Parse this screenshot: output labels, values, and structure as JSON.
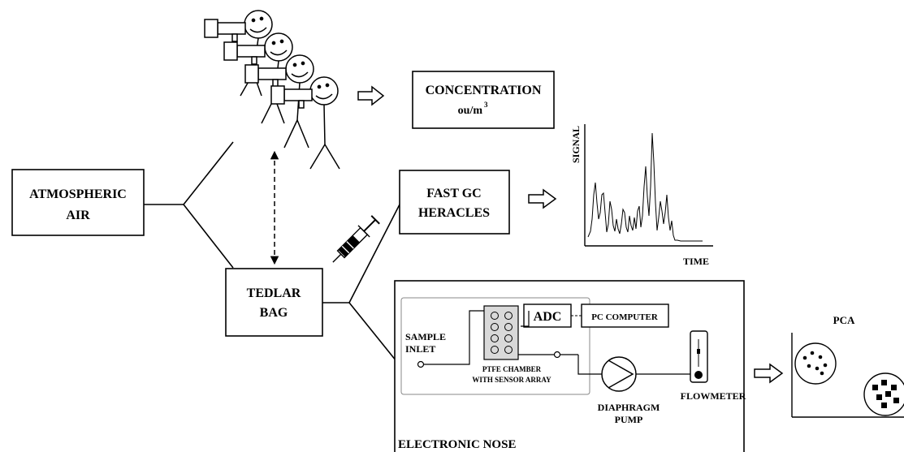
{
  "labels": {
    "atmospheric_air": [
      "ATMOSPHERIC",
      "AIR"
    ],
    "concentration": "CONCENTRATION",
    "concentration_unit": "ou/m",
    "concentration_unit_sup": "3",
    "fast_gc": [
      "FAST GC",
      "HERACLES"
    ],
    "tedlar_bag": [
      "TEDLAR",
      "BAG"
    ],
    "signal": "SIGNAL",
    "time": "TIME",
    "adc": "ADC",
    "pc_computer": "PC COMPUTER",
    "sample_inlet": [
      "SAMPLE",
      "INLET"
    ],
    "ptfe_chamber": [
      "PTFE CHAMBER",
      "WITH SENSOR ARRAY"
    ],
    "diaphragm_pump": [
      "DIAPHRAGM",
      "PUMP"
    ],
    "flowmeter": "FLOWMETER",
    "electronic_nose": "ELECTRONIC NOSE",
    "pca": "PCA"
  },
  "icons": [
    "panelist-icon",
    "syringe-icon",
    "pump-icon",
    "flowmeter-icon",
    "arrow-right-icon",
    "double-arrow-icon"
  ],
  "colors": {
    "ink": "#000000",
    "background": "#ffffff",
    "panel": "#d9d9d9"
  }
}
